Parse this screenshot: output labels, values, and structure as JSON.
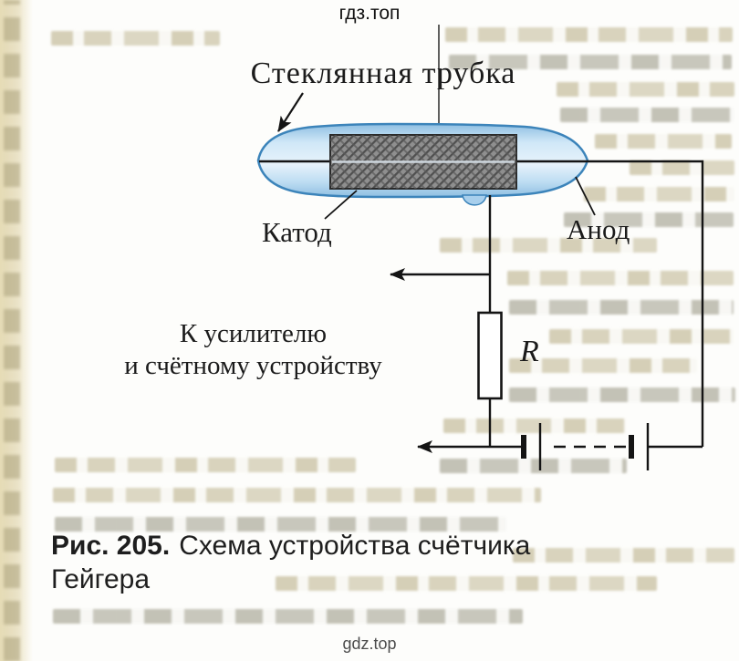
{
  "watermarks": {
    "top": "гдз.топ",
    "bottom": "gdz.top"
  },
  "figure": {
    "tube_label": "Стеклянная трубка",
    "cathode_label": "Катод",
    "anode_label": "Анод",
    "output_label_line1": "К усилителю",
    "output_label_line2": "и счётному устройству",
    "resistor_label": "R"
  },
  "caption": {
    "number": "Рис. 205.",
    "title_line1": "Схема устройства счётчика",
    "title_line2": "Гейгера"
  },
  "colors": {
    "tube_fill_light": "#e7f3fb",
    "tube_fill_dark": "#8fbfe2",
    "tube_stroke": "#3c84ba",
    "cathode_fill": "#8f8f8f",
    "cathode_stroke": "#2b2b2b",
    "wire": "#141414",
    "bleedthrough": "#cfc49e",
    "page_background": "#fdfdfb"
  }
}
